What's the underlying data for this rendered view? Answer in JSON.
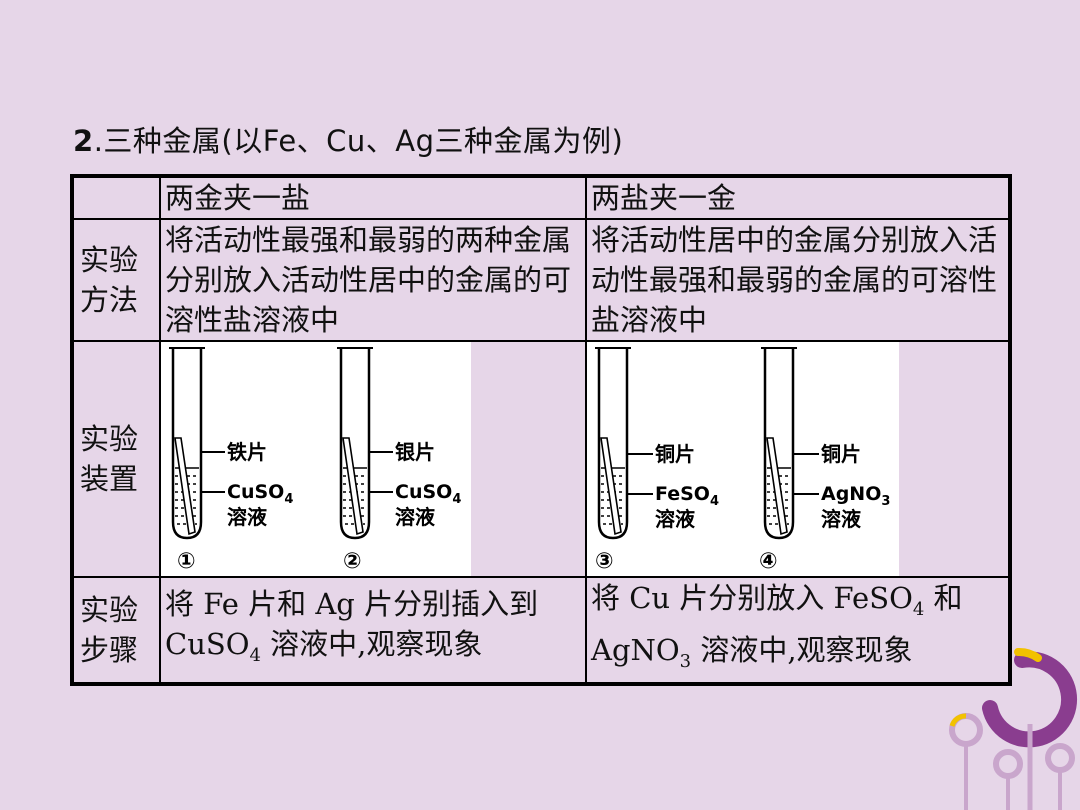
{
  "heading": {
    "num": "2",
    "text": ".三种金属(以Fe、Cu、Ag三种金属为例)"
  },
  "table": {
    "header": {
      "col1": "两金夹一盐",
      "col2": "两盐夹一金"
    },
    "method": {
      "label_line1": "实验",
      "label_line2": "方法",
      "col1": "将活动性最强和最弱的两种金属分别放入活动性居中的金属的可溶性盐溶液中",
      "col2": "将活动性居中的金属分别放入活动性最强和最弱的金属的可溶性盐溶液中"
    },
    "apparatus": {
      "label_line1": "实验",
      "label_line2": "装置",
      "tubes": [
        {
          "number": "①",
          "metal": "铁片",
          "solution_formula": "CuSO",
          "solution_sub": "4",
          "solution_word": "溶液"
        },
        {
          "number": "②",
          "metal": "银片",
          "solution_formula": "CuSO",
          "solution_sub": "4",
          "solution_word": "溶液"
        },
        {
          "number": "③",
          "metal": "铜片",
          "solution_formula": "FeSO",
          "solution_sub": "4",
          "solution_word": "溶液"
        },
        {
          "number": "④",
          "metal": "铜片",
          "solution_formula": "AgNO",
          "solution_sub": "3",
          "solution_word": "溶液"
        }
      ]
    },
    "steps": {
      "label_line1": "实验",
      "label_line2": "步骤",
      "col1_a": "将 Fe 片和 Ag 片分别插入到",
      "col1_b": "CuSO",
      "col1_b_sub": "4",
      "col1_c": " 溶液中,观察现象",
      "col2_a": "将 Cu 片分别放入 FeSO",
      "col2_a_sub": "4",
      "col2_b": " 和",
      "col2_c": "AgNO",
      "col2_c_sub": "3",
      "col2_d": " 溶液中,观察现象"
    }
  },
  "colors": {
    "background": "#e6d6e8",
    "deco_purple": "#8a3d8f",
    "deco_light": "#c9a6cc",
    "deco_yellow": "#f2c200"
  }
}
